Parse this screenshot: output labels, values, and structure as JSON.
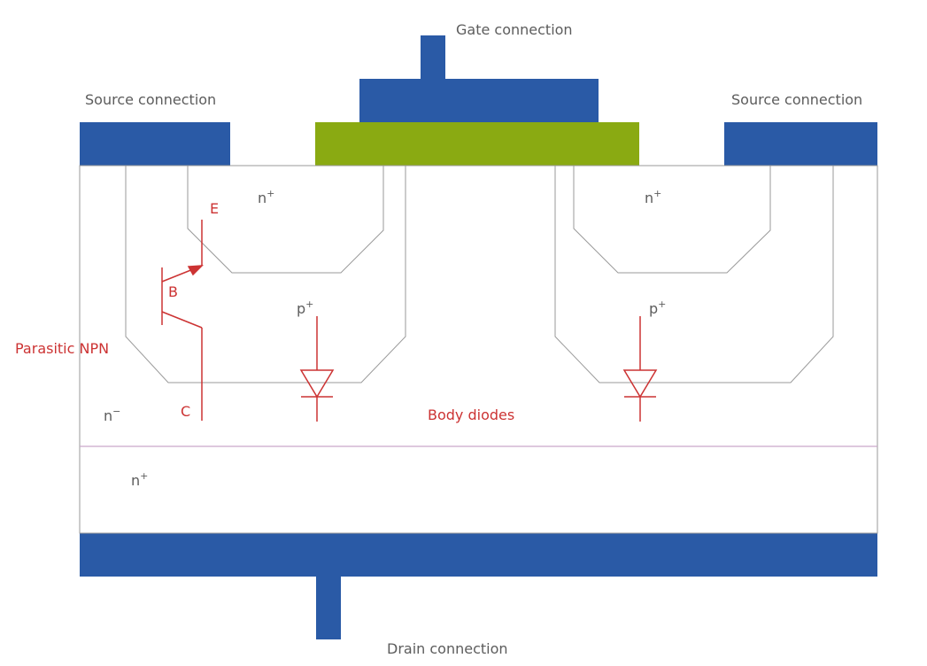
{
  "colors": {
    "metal": "#2a5aa6",
    "gate_poly": "#8aaa12",
    "outline": "#9a9a9a",
    "junction": "#c9a8c9",
    "annotation": "#cc3333",
    "text": "#5c5c5c"
  },
  "labels": {
    "gate_connection": "Gate connection",
    "source_connection_left": "Source connection",
    "source_connection_right": "Source connection",
    "drain_connection": "Drain connection",
    "parasitic_npn": "Parasitic NPN",
    "body_diodes": "Body diodes",
    "emitter": "E",
    "base": "B",
    "collector": "C"
  },
  "doping": {
    "n_plus_left_base": "n",
    "n_plus_left_sup": "+",
    "n_plus_right_base": "n",
    "n_plus_right_sup": "+",
    "p_plus_left_base": "p",
    "p_plus_left_sup": "+",
    "p_plus_right_base": "p",
    "p_plus_right_sup": "+",
    "n_minus_base": "n",
    "n_minus_sup": "−",
    "n_plus_substrate_base": "n",
    "n_plus_substrate_sup": "+"
  }
}
